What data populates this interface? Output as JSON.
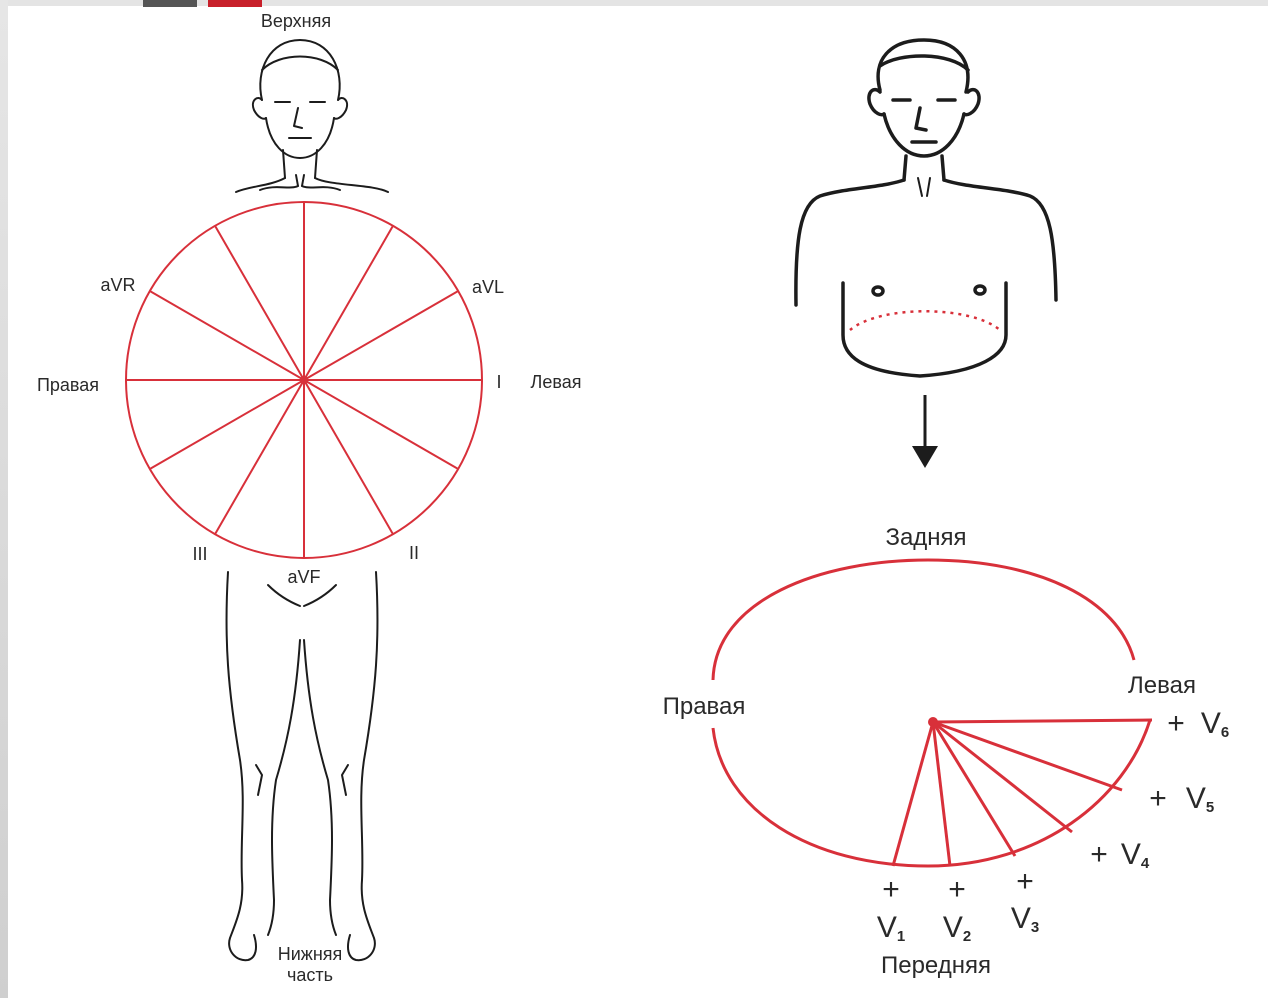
{
  "frontal": {
    "top_label": "Верхняя",
    "bottom_label_1": "Нижняя",
    "bottom_label_2": "часть",
    "right_side_label": "Правая",
    "left_side_label": "Левая",
    "leads": {
      "aVR": "aVR",
      "aVL": "aVL",
      "I": "I",
      "II": "II",
      "III": "III",
      "aVF": "aVF"
    }
  },
  "horizontal": {
    "back_label": "Задняя",
    "front_label": "Передняя",
    "right_label": "Правая",
    "left_label": "Левая",
    "plus": "+",
    "leads": [
      {
        "letter": "V",
        "sub": "1"
      },
      {
        "letter": "V",
        "sub": "2"
      },
      {
        "letter": "V",
        "sub": "3"
      },
      {
        "letter": "V",
        "sub": "4"
      },
      {
        "letter": "V",
        "sub": "5"
      },
      {
        "letter": "V",
        "sub": "6"
      }
    ]
  },
  "colors": {
    "accent": "#d8303a",
    "outline": "#1c1c1c"
  }
}
